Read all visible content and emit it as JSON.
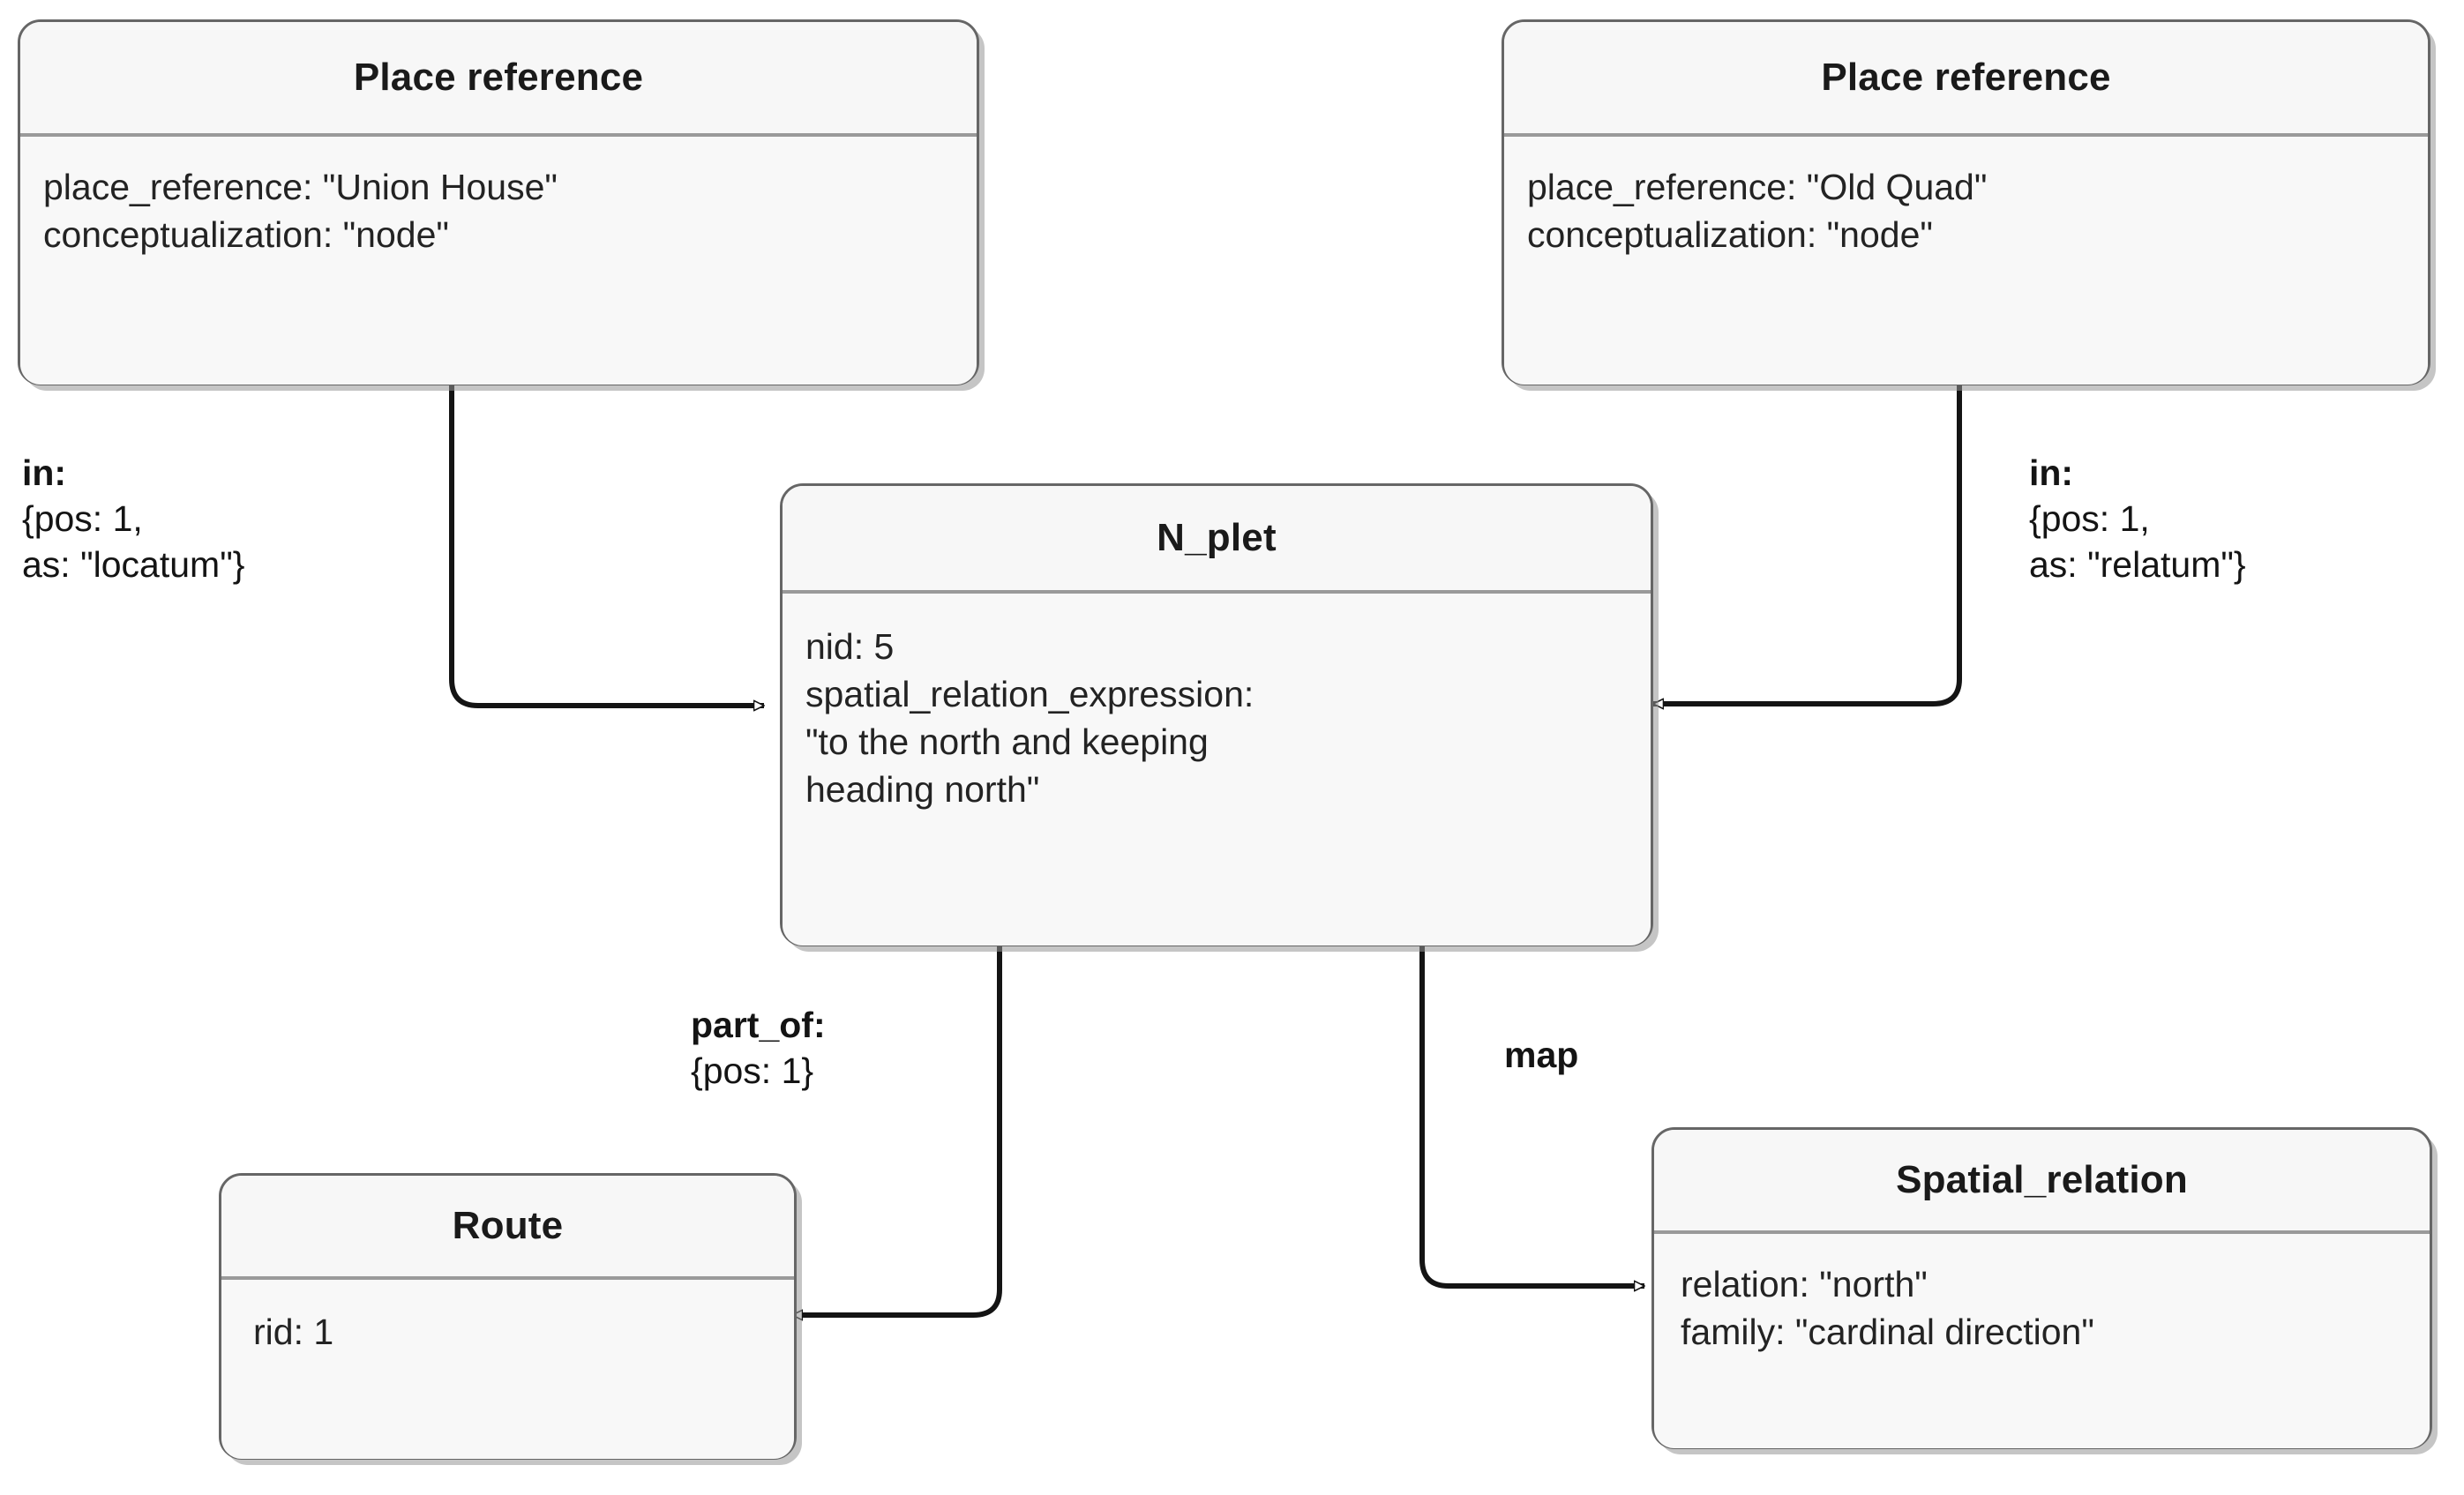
{
  "diagram": {
    "type": "uml-object-diagram",
    "background": "#ffffff",
    "box_fill": "#f7f7f7",
    "box_border": "#666666",
    "text_color": "#1a1a1a",
    "connector_color": "#1a1a1a"
  },
  "nodes": {
    "place_reference_left": {
      "title": "Place reference",
      "attributes": [
        "place_reference: \"Union House\"",
        "conceptualization: \"node\""
      ]
    },
    "place_reference_right": {
      "title": "Place reference",
      "attributes": [
        "place_reference: \"Old Quad\"",
        "conceptualization: \"node\""
      ]
    },
    "n_plet": {
      "title": "N_plet",
      "attributes": [
        "nid: 5",
        "spatial_relation_expression:",
        "\"to the north and keeping",
        "heading north\""
      ]
    },
    "route": {
      "title": "Route",
      "attributes": [
        "rid: 1"
      ]
    },
    "spatial_relation": {
      "title": "Spatial_relation",
      "attributes": [
        "relation: \"north\"",
        "family: \"cardinal direction\""
      ]
    }
  },
  "edges": {
    "locatum": {
      "key": "in:",
      "line1": "{pos: 1,",
      "line2": "as: \"locatum\"}",
      "from": "place_reference_left",
      "to": "n_plet",
      "arrow": "open-triangle"
    },
    "relatum": {
      "key": "in:",
      "line1": "{pos: 1,",
      "line2": "as: \"relatum\"}",
      "from": "place_reference_right",
      "to": "n_plet",
      "arrow": "open-triangle"
    },
    "part_of": {
      "key": "part_of:",
      "line1": "{pos: 1}",
      "line2": "",
      "from": "n_plet",
      "to": "route",
      "arrow": "open-triangle"
    },
    "map": {
      "key": "map",
      "line1": "",
      "line2": "",
      "from": "n_plet",
      "to": "spatial_relation",
      "arrow": "open-triangle"
    }
  }
}
